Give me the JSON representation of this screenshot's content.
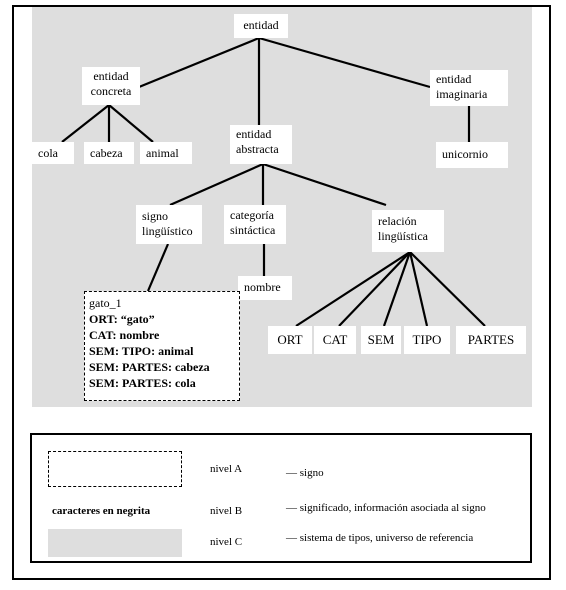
{
  "nodes": {
    "entidad": "entidad",
    "entidad_concreta_1": "entidad",
    "entidad_concreta_2": "concreta",
    "entidad_imaginaria_1": "entidad",
    "entidad_imaginaria_2": "imaginaria",
    "cola": "cola",
    "cabeza": "cabeza",
    "animal": "animal",
    "entidad_abstracta_1": "entidad",
    "entidad_abstracta_2": "abstracta",
    "unicornio": "unicornio",
    "signo_1": "signo",
    "signo_2": "lingüístico",
    "categoria_1": "categoría",
    "categoria_2": "sintáctica",
    "relacion_1": "relación",
    "relacion_2": "lingüística",
    "nombre": "nombre",
    "ort": "ORT",
    "cat": "CAT",
    "sem": "SEM",
    "tipo": "TIPO",
    "partes": "PARTES"
  },
  "gato_box": {
    "title": "gato_1",
    "lines": [
      "ORT: “gato”",
      "CAT: nombre",
      "SEM: TIPO: animal",
      "SEM: PARTES: cabeza",
      "SEM: PARTES: cola"
    ]
  },
  "legend": {
    "bold_sample": "caracteres en negrita",
    "level_a": "nivel A",
    "level_b": "nivel B",
    "level_c": "nivel C",
    "desc_a": "— signo",
    "desc_b": "— significado, información asociada al signo",
    "desc_c": "— sistema de tipos, universo de referencia"
  },
  "colors": {
    "gray_area": "#dedede",
    "line": "#000000"
  }
}
